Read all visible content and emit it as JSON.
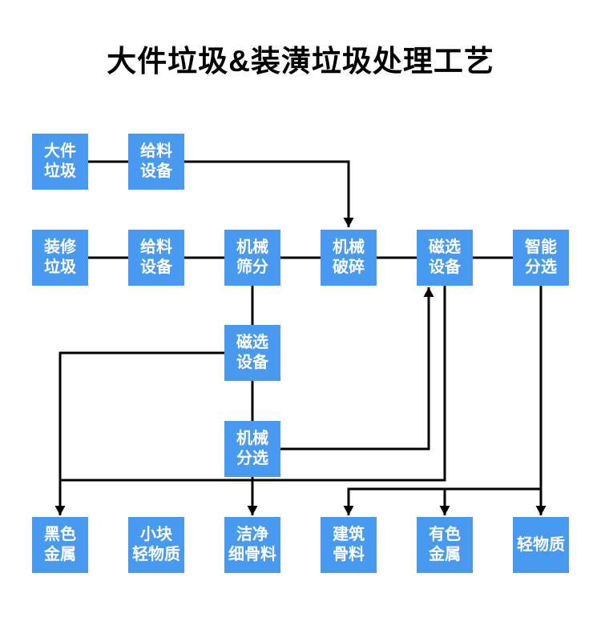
{
  "title": "大件垃圾&装潢垃圾处理工艺",
  "colors": {
    "node_fill": "#479AF0",
    "node_text": "#FFFFFF",
    "connector": "#000000",
    "title_text": "#000000",
    "background": "#FFFFFF"
  },
  "nodes": {
    "bulky_waste": {
      "label": "大件\n垃圾"
    },
    "feeder_1": {
      "label": "给料\n设备"
    },
    "renovation_waste": {
      "label": "装修\n垃圾"
    },
    "feeder_2": {
      "label": "给料\n设备"
    },
    "mechanical_screening": {
      "label": "机械\n筛分"
    },
    "mechanical_crushing": {
      "label": "机械\n破碎"
    },
    "magnetic_separator_main": {
      "label": "磁选\n设备"
    },
    "intelligent_sorting": {
      "label": "智能\n分选"
    },
    "magnetic_separator_lower": {
      "label": "磁选\n设备"
    },
    "mechanical_sorting": {
      "label": "机械\n分选"
    },
    "ferrous_metal": {
      "label": "黑色\n金属"
    },
    "small_light_material": {
      "label": "小块\n轻物质"
    },
    "clean_fine_aggregate": {
      "label": "洁净\n细骨料"
    },
    "construction_aggregate": {
      "label": "建筑\n骨料"
    },
    "nonferrous_metal": {
      "label": "有色\n金属"
    },
    "light_material": {
      "label": "轻物质"
    }
  },
  "edges": [
    {
      "from": "bulky_waste",
      "to": "feeder_1",
      "arrow": false
    },
    {
      "from": "feeder_1",
      "to": "mechanical_crushing",
      "arrow": true
    },
    {
      "from": "renovation_waste",
      "to": "feeder_2",
      "arrow": false
    },
    {
      "from": "feeder_2",
      "to": "mechanical_screening",
      "arrow": false
    },
    {
      "from": "mechanical_screening",
      "to": "mechanical_crushing",
      "arrow": false
    },
    {
      "from": "mechanical_crushing",
      "to": "magnetic_separator_main",
      "arrow": false
    },
    {
      "from": "magnetic_separator_main",
      "to": "intelligent_sorting",
      "arrow": false
    },
    {
      "from": "mechanical_screening",
      "to": "magnetic_separator_lower",
      "arrow": false
    },
    {
      "from": "magnetic_separator_lower",
      "to": "mechanical_sorting",
      "arrow": false
    },
    {
      "from": "magnetic_separator_lower",
      "to": "ferrous_metal",
      "arrow": true
    },
    {
      "from": "magnetic_separator_main",
      "to": "ferrous_metal",
      "arrow": true
    },
    {
      "from": "mechanical_sorting",
      "to": "magnetic_separator_main",
      "arrow": true
    },
    {
      "from": "mechanical_sorting",
      "to": "clean_fine_aggregate",
      "arrow": true
    },
    {
      "from": "intelligent_sorting",
      "to": "construction_aggregate",
      "arrow": true
    },
    {
      "from": "intelligent_sorting",
      "to": "nonferrous_metal",
      "arrow": true
    },
    {
      "from": "intelligent_sorting",
      "to": "light_material",
      "arrow": true
    }
  ]
}
